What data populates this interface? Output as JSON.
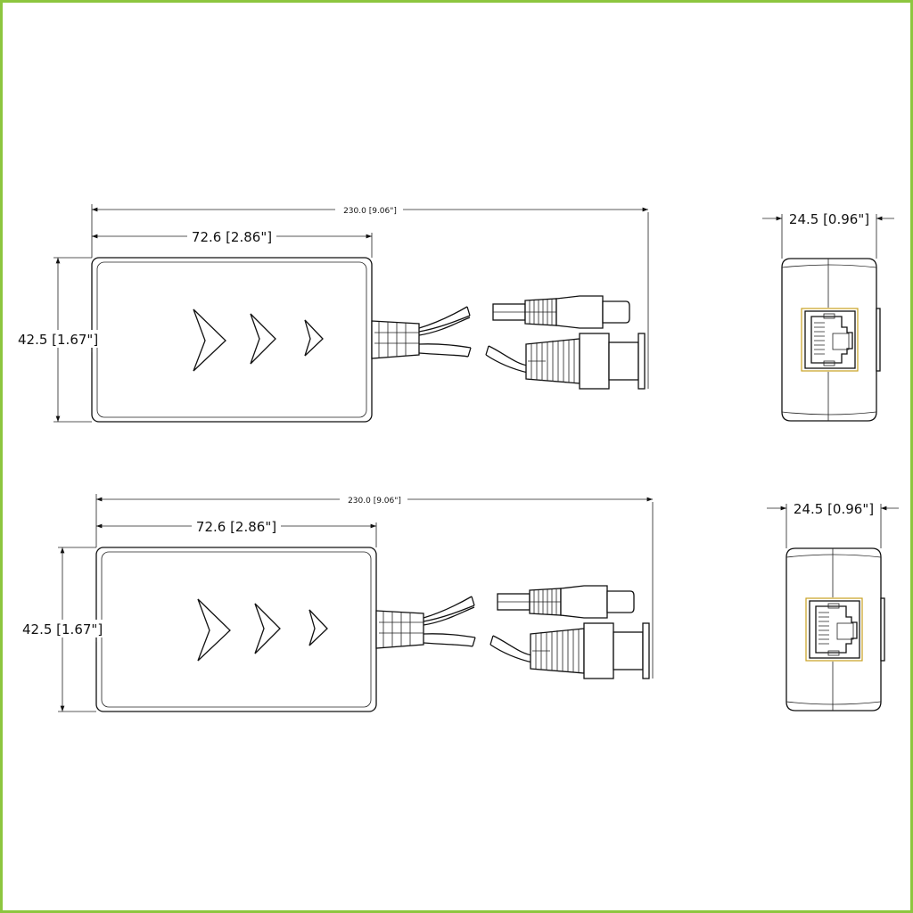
{
  "border_color": "#8dc63f",
  "views": [
    {
      "overall_length": "230.0 [9.06\"]",
      "body_length": "72.6 [2.86\"]",
      "body_height": "42.5 [1.67\"]",
      "body_width": "24.5 [0.96\"]"
    },
    {
      "overall_length": "230.0 [9.06\"]",
      "body_length": "72.6 [2.86\"]",
      "body_height": "42.5 [1.67\"]",
      "body_width": "24.5 [0.96\"]"
    }
  ]
}
